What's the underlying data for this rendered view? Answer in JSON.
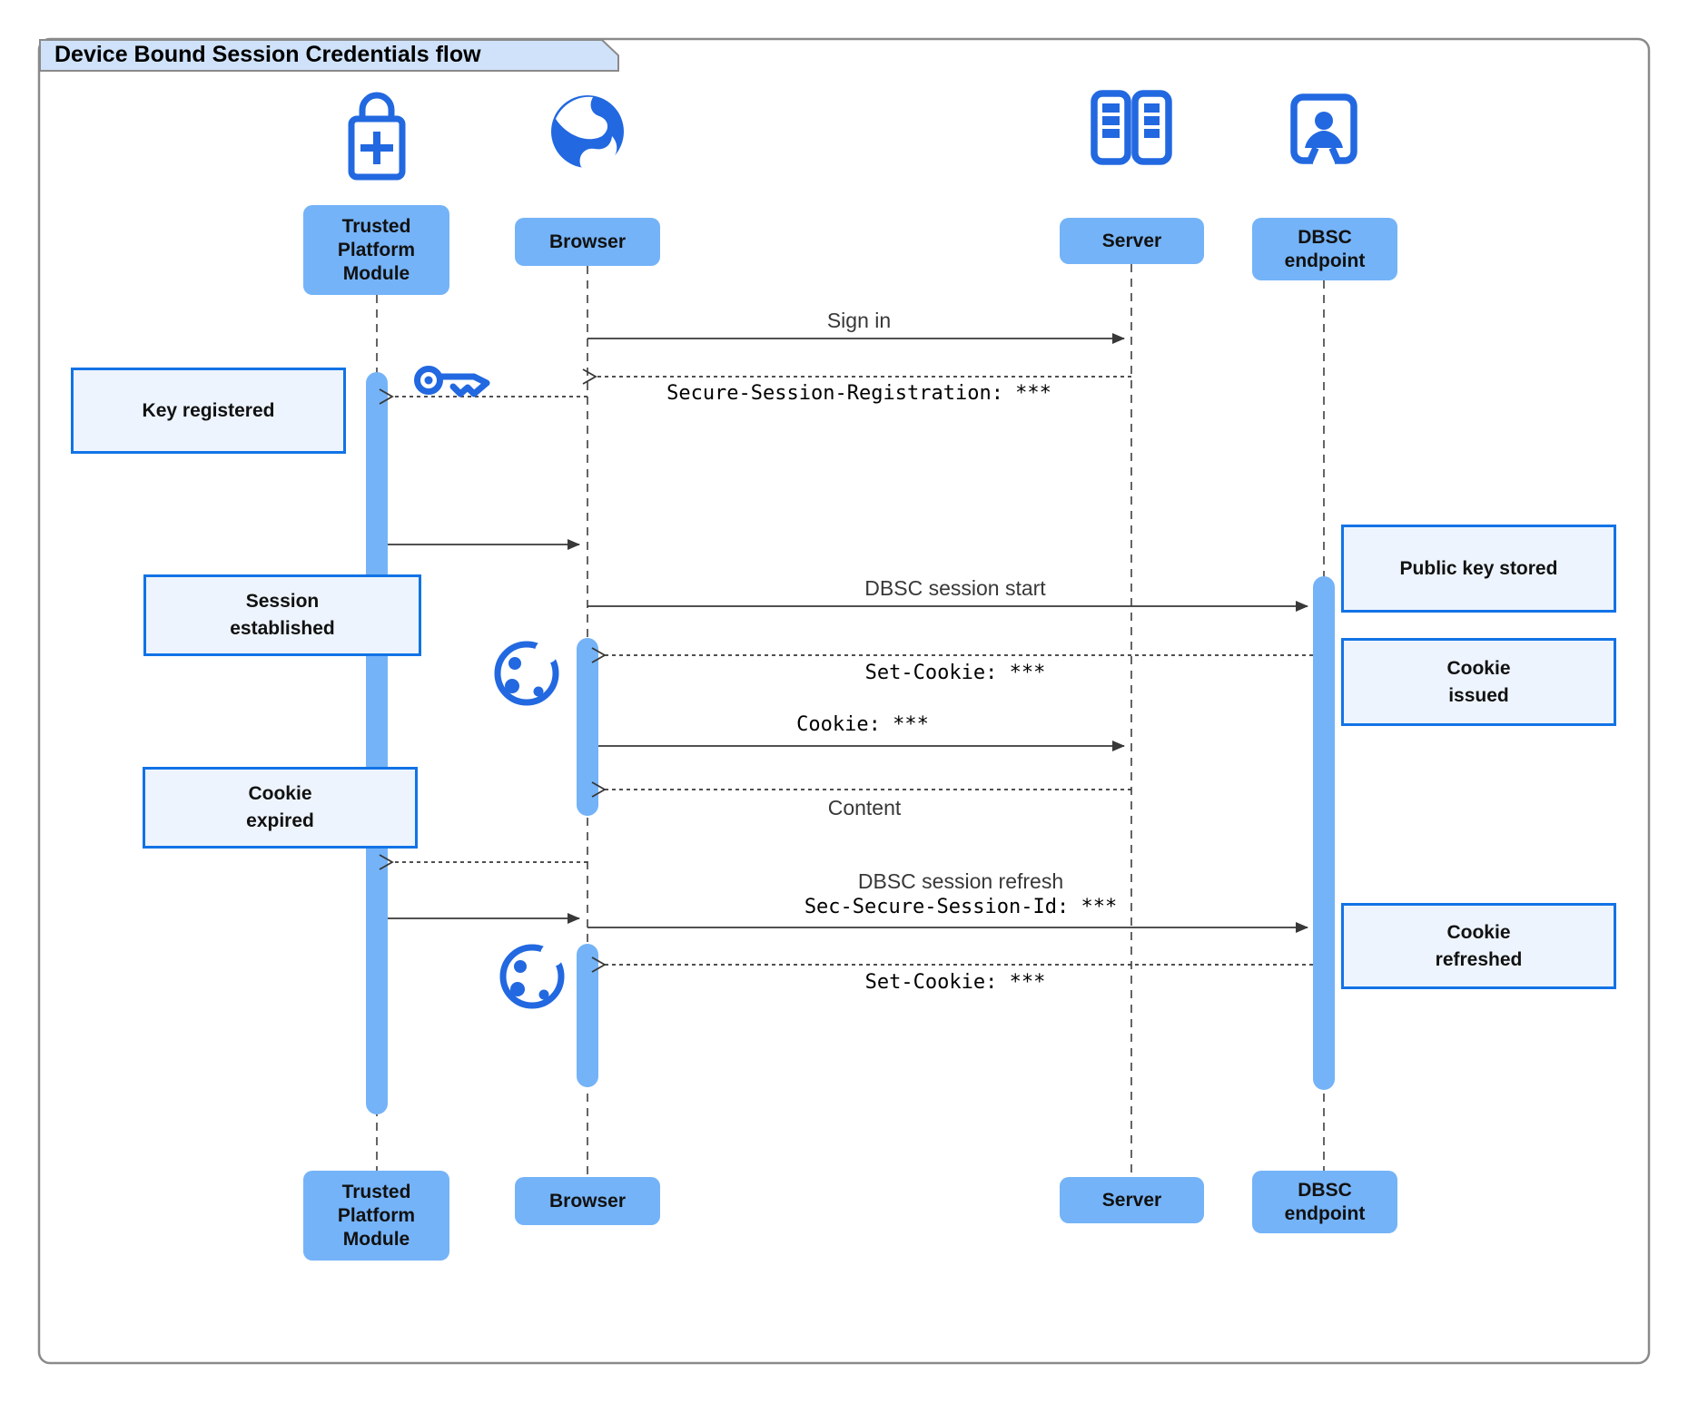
{
  "diagram": {
    "title": "Device Bound Session Credentials flow",
    "participants": {
      "tpm": {
        "label": "Trusted\nPlatform\nModule",
        "icon": "lock-plus-icon"
      },
      "browser": {
        "label": "Browser",
        "icon": "globe-icon"
      },
      "server": {
        "label": "Server",
        "icon": "server-rack-icon"
      },
      "dbsc": {
        "label": "DBSC\nendpoint",
        "icon": "doorway-person-icon"
      }
    },
    "messages": {
      "sign_in": {
        "label": "Sign in",
        "from": "Browser",
        "to": "Server",
        "style": "solid"
      },
      "secure_session_registration": {
        "label": "Secure-Session-Registration: ***",
        "from": "Server",
        "to": "Browser",
        "style": "dashed"
      },
      "browser_to_tpm_1": {
        "label": "",
        "from": "Browser",
        "to": "TPM",
        "style": "dashed"
      },
      "tpm_to_browser_1": {
        "label": "",
        "from": "TPM",
        "to": "Browser",
        "style": "solid"
      },
      "dbsc_session_start": {
        "label": "DBSC session start",
        "from": "Browser",
        "to": "DBSC endpoint",
        "style": "solid"
      },
      "set_cookie_1": {
        "label": "Set-Cookie: ***",
        "from": "DBSC endpoint",
        "to": "Browser",
        "style": "dashed"
      },
      "cookie": {
        "label": "Cookie: ***",
        "from": "Browser",
        "to": "Server",
        "style": "solid"
      },
      "content": {
        "label": "Content",
        "from": "Server",
        "to": "Browser",
        "style": "dashed"
      },
      "browser_to_tpm_2": {
        "label": "",
        "from": "Browser",
        "to": "TPM",
        "style": "dashed"
      },
      "tpm_to_browser_2": {
        "label": "",
        "from": "TPM",
        "to": "Browser",
        "style": "solid"
      },
      "dbsc_session_refresh": {
        "label": "DBSC session refresh",
        "label2": "Sec-Secure-Session-Id: ***",
        "from": "Browser",
        "to": "DBSC endpoint",
        "style": "solid"
      },
      "set_cookie_2": {
        "label": "Set-Cookie: ***",
        "from": "DBSC endpoint",
        "to": "Browser",
        "style": "dashed"
      }
    },
    "notes": {
      "key_registered": "Key registered",
      "session_established": "Session\nestablished",
      "public_key_stored": "Public key stored",
      "cookie_issued": "Cookie\nissued",
      "cookie_expired": "Cookie\nexpired",
      "cookie_refreshed": "Cookie\nrefreshed"
    },
    "colors": {
      "participant_fill": "#74b3f8",
      "activation_fill": "#74b3f8",
      "icon_blue": "#2268e0",
      "note_fill": "#edf4fd",
      "note_border": "#1273e6",
      "title_tab_fill": "#cfe2f9",
      "frame_border": "#8a8a8a",
      "arrow_line": "#383838"
    }
  }
}
